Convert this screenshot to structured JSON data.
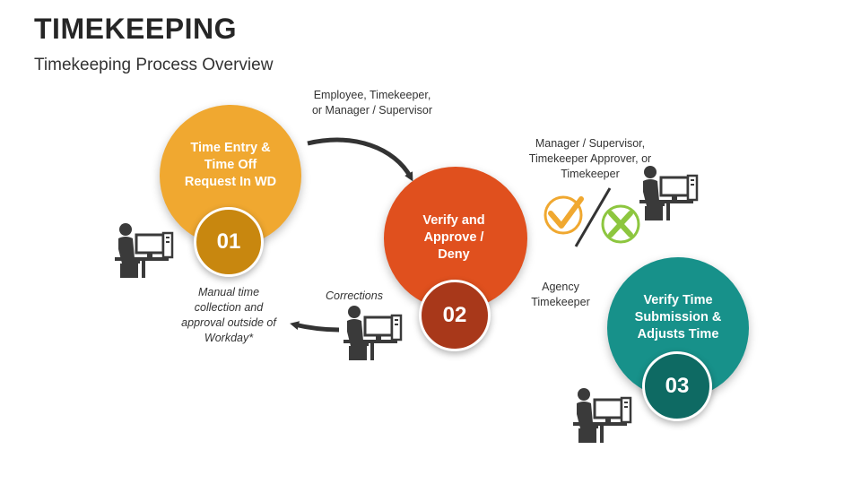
{
  "header": {
    "title": "TIMEKEEPING",
    "subtitle": "Timekeeping Process Overview"
  },
  "steps": [
    {
      "number": "01",
      "label": "Time Entry &\nTime Off\nRequest In WD",
      "color": "#F0A830",
      "badge_color": "#C8870F"
    },
    {
      "number": "02",
      "label": "Verify and\nApprove /\nDeny",
      "color": "#E0501E",
      "badge_color": "#A8381A"
    },
    {
      "number": "03",
      "label": "Verify Time\nSubmission &\nAdjusts Time",
      "color": "#17918A",
      "badge_color": "#0E6A63"
    }
  ],
  "notes": {
    "arrow_actor": "Employee, Timekeeper,\nor Manager / Supervisor",
    "approver": "Manager / Supervisor,\nTimekeeper Approver, or\nTimekeeper",
    "agency": "Agency\nTimekeeper",
    "corrections": "Corrections",
    "manual": "Manual time\ncollection and\napproval outside of\nWorkday*"
  },
  "icons": {
    "check": "check-mark-icon",
    "cross": "x-mark-icon",
    "worker": "person-at-computer-icon"
  },
  "colors": {
    "check": "#F0A830",
    "cross": "#8DC63F",
    "icon_gray": "#3a3a3a",
    "arrow": "#333333"
  }
}
